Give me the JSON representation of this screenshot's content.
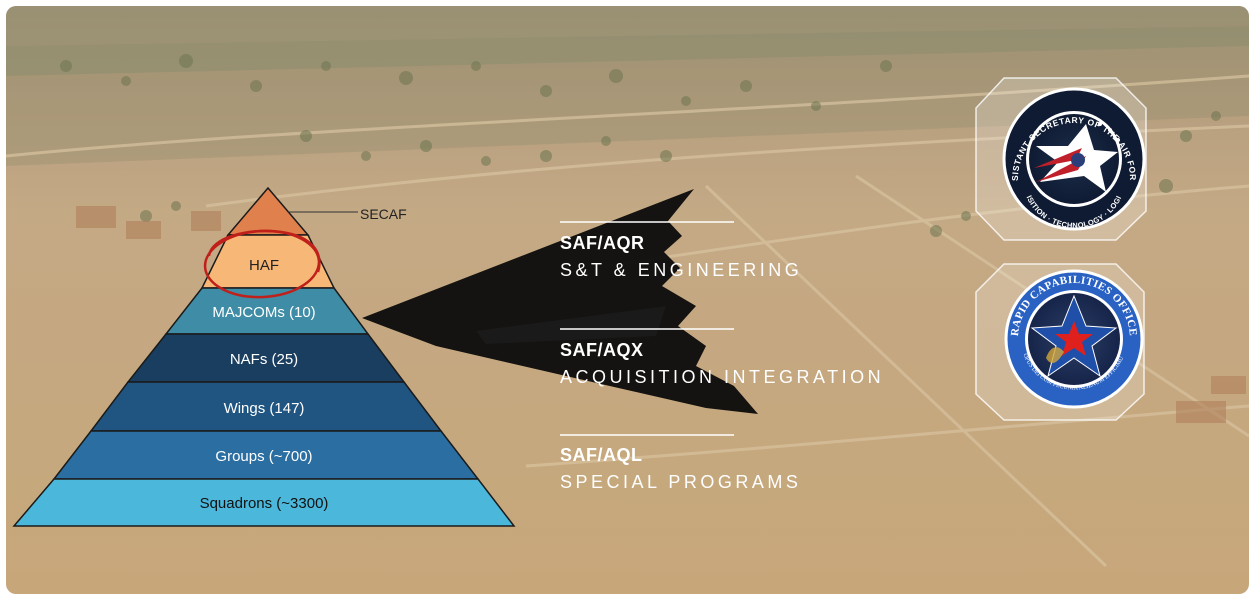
{
  "pyramid": {
    "apex_label": "SECAF",
    "tiers": [
      {
        "label": "HAF",
        "color": "#f7b877",
        "text_color": "#222222"
      },
      {
        "label": "MAJCOMs (10)",
        "color": "#3f8ca6",
        "text_color": "#ffffff"
      },
      {
        "label": "NAFs (25)",
        "color": "#1a3e5f",
        "text_color": "#ffffff"
      },
      {
        "label": "Wings (147)",
        "color": "#1f5580",
        "text_color": "#ffffff"
      },
      {
        "label": "Groups (~700)",
        "color": "#2b6ea2",
        "text_color": "#ffffff"
      },
      {
        "label": "Squadrons (~3300)",
        "color": "#4bb8db",
        "text_color": "#111111"
      }
    ],
    "apex_color": "#e0804c",
    "highlight_color": "#c0201a"
  },
  "offices": [
    {
      "code": "SAF/AQR",
      "name": "S&T & ENGINEERING"
    },
    {
      "code": "SAF/AQX",
      "name": "ACQUISITION INTEGRATION"
    },
    {
      "code": "SAF/AQL",
      "name": "SPECIAL PROGRAMS"
    }
  ],
  "seals": {
    "top": {
      "ring_text": "ASSISTANT SECRETARY OF THE AIR FORCE",
      "bottom_text": "ACQUISITION · TECHNOLOGY · LOGISTICS"
    },
    "bottom": {
      "ring_text": "RAPID CAPABILITIES OFFICE",
      "bottom_text": "OPUS DEI CUM PECUNIA ALIENUM EFFICIMUS"
    }
  },
  "background": {
    "ground": "#c9ad82",
    "icon": "desert-base-aerial"
  }
}
